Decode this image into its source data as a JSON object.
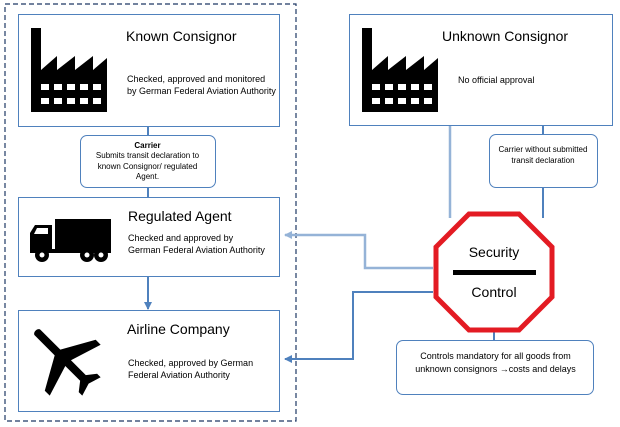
{
  "known_consignor": {
    "title": "Known Consignor",
    "desc": "Checked, approved and monitored by German Federal Aviation Authority",
    "icon": "factory-icon"
  },
  "unknown_consignor": {
    "title": "Unknown Consignor",
    "desc": "No official approval",
    "icon": "factory-icon"
  },
  "carrier": {
    "title": "Carrier",
    "desc": "Submits transit declaration to known Consignor/ regulated Agent."
  },
  "carrier_without": {
    "desc": "Carrier without submitted transit declaration"
  },
  "regulated_agent": {
    "title": "Regulated Agent",
    "desc": "Checked and approved by German Federal Aviation Authority",
    "icon": "truck-icon"
  },
  "airline": {
    "title": "Airline Company",
    "desc": "Checked, approved by German Federal Aviation Authority",
    "icon": "airplane-icon"
  },
  "security": {
    "top": "Security",
    "bottom": "Control",
    "border_color": "#e31b23"
  },
  "controls_note": {
    "desc": "Controls mandatory for all goods from unknown  consignors →costs and delays"
  },
  "colors": {
    "box_border": "#4f81bd",
    "arrow": "#4f81bd",
    "line_light": "#95b3d7"
  }
}
